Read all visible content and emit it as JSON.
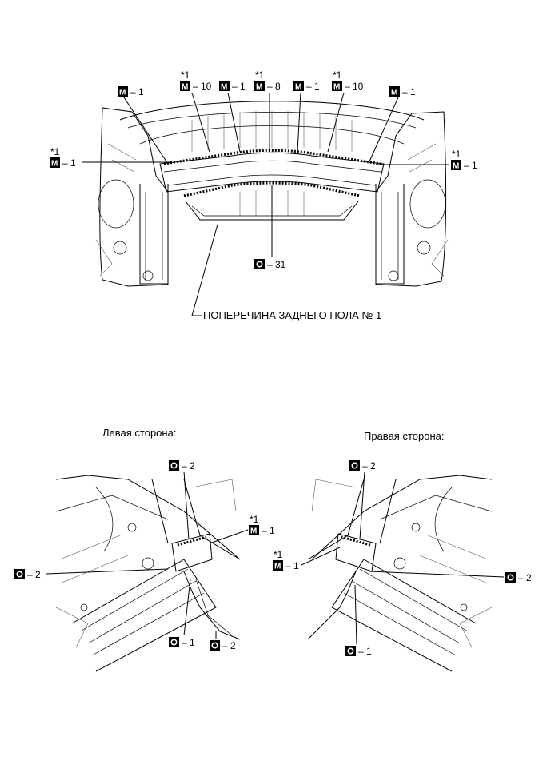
{
  "top_view": {
    "callouts": [
      {
        "id": "tl-m1",
        "marker": "M",
        "value": "1",
        "star": ""
      },
      {
        "id": "tc1-m10",
        "marker": "M",
        "value": "10",
        "star": "*1"
      },
      {
        "id": "tc2-m1",
        "marker": "M",
        "value": "1",
        "star": ""
      },
      {
        "id": "tc3-m8",
        "marker": "M",
        "value": "8",
        "star": "*1"
      },
      {
        "id": "tc4-m1",
        "marker": "M",
        "value": "1",
        "star": ""
      },
      {
        "id": "tc5-m10",
        "marker": "M",
        "value": "10",
        "star": "*1"
      },
      {
        "id": "tr-m1",
        "marker": "M",
        "value": "1",
        "star": ""
      },
      {
        "id": "l-m1",
        "marker": "M",
        "value": "1",
        "star": "*1"
      },
      {
        "id": "r-m1",
        "marker": "M",
        "value": "1",
        "star": "*1"
      },
      {
        "id": "b-o31",
        "marker": "O",
        "value": "31",
        "star": ""
      }
    ],
    "part_label": "ПОПЕРЕЧИНА ЗАДНЕГО ПОЛА № 1"
  },
  "left_side": {
    "title": "Левая сторона:",
    "callouts": [
      {
        "id": "ls-o2-top",
        "marker": "O",
        "value": "2",
        "star": ""
      },
      {
        "id": "ls-m1",
        "marker": "M",
        "value": "1",
        "star": "*1"
      },
      {
        "id": "ls-o2-left",
        "marker": "O",
        "value": "2",
        "star": ""
      },
      {
        "id": "ls-o1",
        "marker": "O",
        "value": "1",
        "star": ""
      },
      {
        "id": "ls-o2-bottom",
        "marker": "O",
        "value": "2",
        "star": ""
      }
    ]
  },
  "right_side": {
    "title": "Правая сторона:",
    "callouts": [
      {
        "id": "rs-o2-top",
        "marker": "O",
        "value": "2",
        "star": ""
      },
      {
        "id": "rs-m1",
        "marker": "M",
        "value": "1",
        "star": "*1"
      },
      {
        "id": "rs-o2-right",
        "marker": "O",
        "value": "2",
        "star": ""
      },
      {
        "id": "rs-o1",
        "marker": "O",
        "value": "1",
        "star": ""
      }
    ]
  },
  "dash": "–",
  "colors": {
    "ink": "#000000",
    "paper": "#ffffff"
  }
}
